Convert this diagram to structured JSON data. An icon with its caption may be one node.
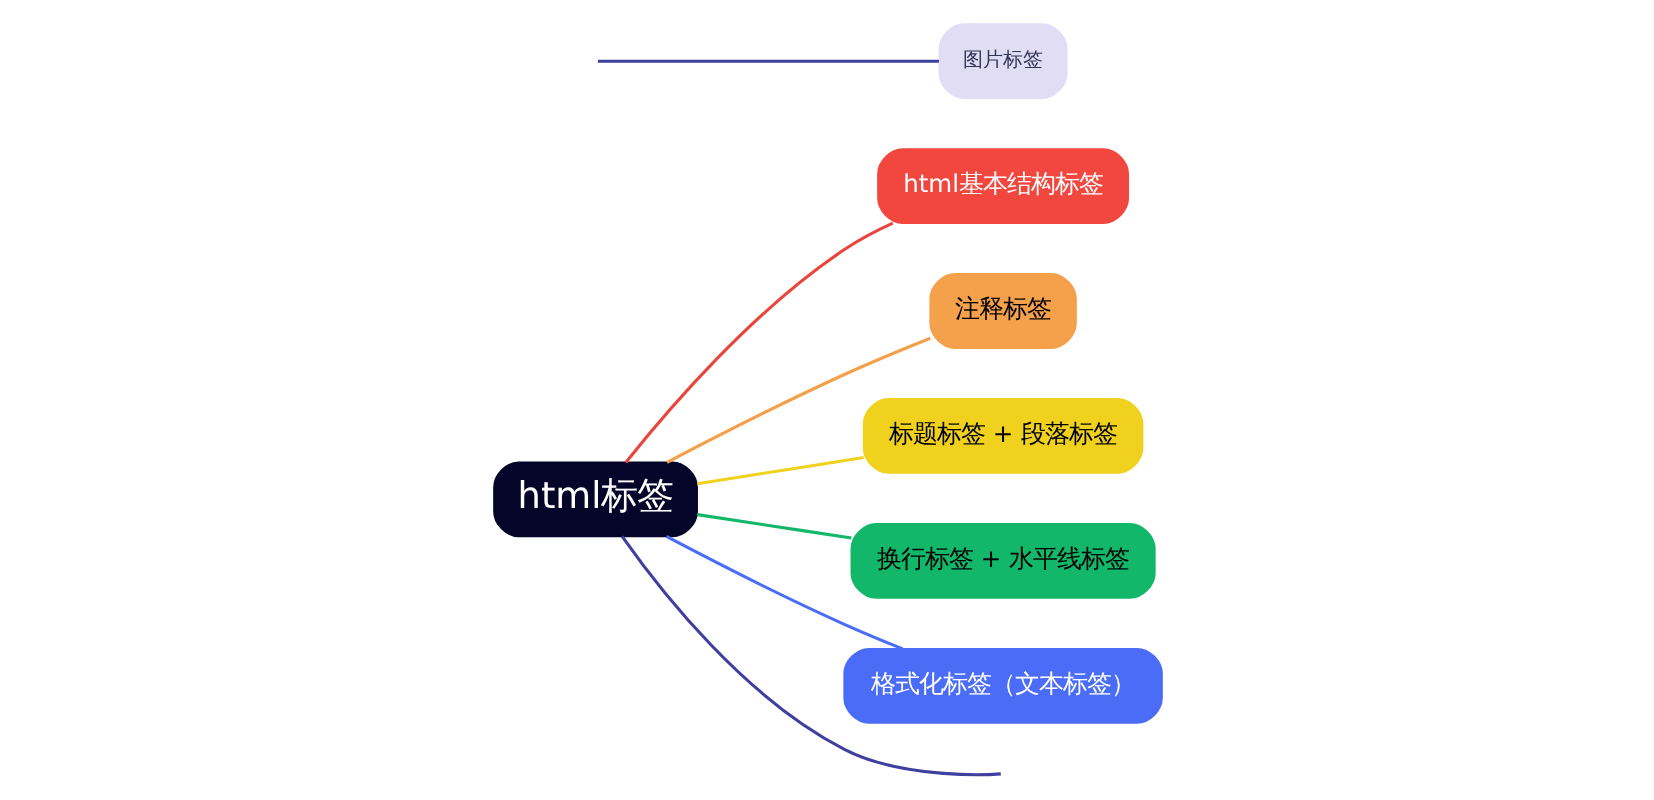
{
  "diagram": {
    "nodes": [
      {
        "text": [
          "html标签"
        ]
      },
      {
        "text": [
          "html基本结构标签"
        ]
      },
      {
        "text": [
          "注释标签"
        ]
      },
      {
        "text": [
          "标题标签 + 段落标签"
        ]
      },
      {
        "text": [
          "换行标签 + 水平线标签"
        ]
      },
      {
        "text": [
          "格式化标签（文本标签）"
        ]
      },
      {
        "text": [
          "图片标签"
        ]
      }
    ],
    "edges": [
      {
        "from": 0,
        "to": 1,
        "arrow": "none",
        "color": "#e8463c"
      },
      {
        "from": 0,
        "to": 2,
        "arrow": "none",
        "color": "#f3a04a"
      },
      {
        "from": 0,
        "to": 3,
        "arrow": "none",
        "color": "#f0d21e"
      },
      {
        "from": 0,
        "to": 4,
        "arrow": "none",
        "color": "#12b76a"
      },
      {
        "from": 0,
        "to": 5,
        "arrow": "none",
        "color": "#4a6cf7"
      },
      {
        "from": 0,
        "to": null,
        "arrow": "none",
        "color": "#3f3fa0"
      },
      {
        "from": null,
        "to": 6,
        "arrow": "none",
        "color": "#3f3fa0"
      }
    ]
  }
}
